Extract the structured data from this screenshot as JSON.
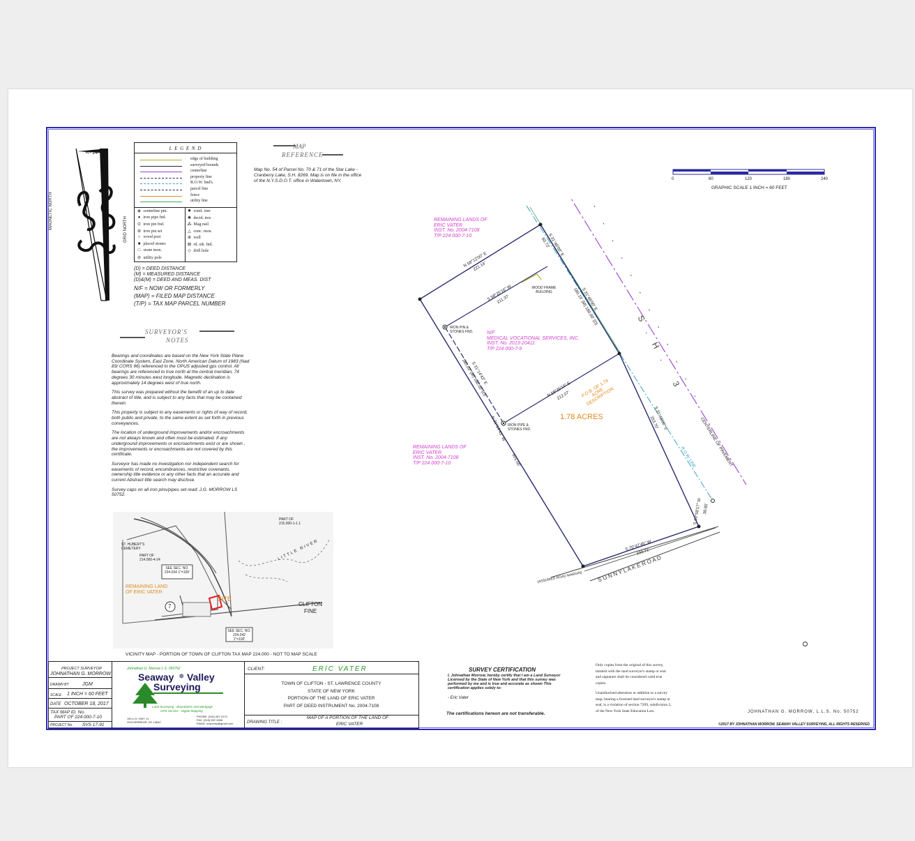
{
  "legend": {
    "title": "L E G E N D",
    "lines": [
      {
        "label": "edge of building",
        "color": "#b0b020",
        "style": "solid"
      },
      {
        "label": "surveyed bounds",
        "color": "#222244",
        "style": "solid"
      },
      {
        "label": "centerline",
        "color": "#9a40d0",
        "style": "solid"
      },
      {
        "label": "property line",
        "color": "#222244",
        "style": "dashdot"
      },
      {
        "label": "R.O.W. bnd's.",
        "color": "#3aa0c8",
        "style": "dashdot"
      },
      {
        "label": "parcel line",
        "color": "#222244",
        "style": "dashed"
      },
      {
        "label": "fence",
        "color": "#d09030",
        "style": "solid"
      },
      {
        "label": "utility line",
        "color": "#40a860",
        "style": "solid"
      }
    ],
    "symbols_left": [
      {
        "glyph": "◈",
        "label": "centerline pnt."
      },
      {
        "glyph": "●",
        "label": "iron pipe fnd."
      },
      {
        "glyph": "⊙",
        "label": "iron pin fnd."
      },
      {
        "glyph": "⊛",
        "label": "iron pin set"
      },
      {
        "glyph": "○",
        "label": "wood post"
      },
      {
        "glyph": "■",
        "label": "placed stones"
      },
      {
        "glyph": "□",
        "label": "stone mon."
      },
      {
        "glyph": "⊘",
        "label": "utility pole"
      }
    ],
    "symbols_right": [
      {
        "glyph": "✹",
        "label": "conif. tree"
      },
      {
        "glyph": "✺",
        "label": "decid. tree"
      },
      {
        "glyph": "⁂",
        "label": "Mag nail"
      },
      {
        "glyph": "△",
        "label": "conc. mon."
      },
      {
        "glyph": "⊕",
        "label": "well"
      },
      {
        "glyph": "⊠",
        "label": "rd. stk. fnd."
      },
      {
        "glyph": "◇",
        "label": "drill hole"
      }
    ],
    "abbrev_small": [
      "(D) = DEED DISTANCE",
      "(M) = MEASURED DISTANCE",
      "(D)&(M) = DEED AND MEAS. DIST"
    ],
    "abbrev_large": [
      "N/F = NOW OR FORMERLY",
      "(MAP) = FILED MAP DISTANCE",
      "(T/P) = TAX MAP PARCEL NUMBER"
    ]
  },
  "north_arrow": {
    "declination": "+/- 14°",
    "magnetic_label": "MAGNETIC NORTH",
    "grid_label": "GRID NORTH"
  },
  "map_reference": {
    "heading_1": "MAP",
    "heading_2": "REFERENCE",
    "text": "Map No. 54 of Parcel No. 70 & 71 of the Star Lake - Cranberry Lake, S.H. 8269. Map is on file in the office of the N.Y.S.D.O.T. office in Watertown, NY."
  },
  "graphic_scale": {
    "ticks": [
      "0",
      "60",
      "120",
      "180",
      "240"
    ],
    "caption": "GRAPHIC SCALE 1 INCH = 60 FEET"
  },
  "surveyors_notes": {
    "heading_1": "SURVEYOR'S",
    "heading_2": "NOTES",
    "paragraphs": [
      "Bearings and coordinates are based on the New York State Plane Coordinate System, East Zone, North American Datum of 1983 (Nad 83/ CORS 96) referenced to the OPUS adjusted gps control. All bearings are referenced to true north at the central meridian, 74 degrees 30 minutes west longitude. Magnetic declination is approximately 14 degrees west of true north.",
      "This survey was prepared without the benefit of an up to date abstract of title, and is subject to any facts that may be contained therein.",
      "This property is subject to any easements or rights of way of record, both public and private, to the same extent as set forth in previous conveyances.",
      "The location of underground improvements and/or encroachments are not always known and often must be estimated. If any underground improvements or encroachments exist or are shown , the improvements or encroachments are not covered by this certificate.",
      "Surveyor has made no investigation nor independent search for easements of record, encumbrances, restrictive covenants, ownership title evidence or any other facts that an accurate and current Abstract title search may disclose.",
      "Survey caps on all iron pins/pipes set read: J.G. MORROW LS 50752."
    ]
  },
  "vicinity_map": {
    "caption": "VICINITY MAP - PORTION OF TOWN OF CLIFTON TAX MAP 224.000 - NOT TO MAP SCALE",
    "cemetery": "ST. HUBERT'S CEMETERY",
    "part_1": "PART OF 214.000-4-24",
    "part_2": "PART OF 215.000-1-1.1",
    "remaining": "REMAINING LAND OF ERIC VATER",
    "site": "SITE",
    "see_sec_1": "SEE SEC. NO. 224.034 1\"=100'",
    "see_sec_2": "SEE SEC. NO. 224.042 1\"=100'",
    "little_river": "LITTLE RIVER",
    "clifton": "CLIFTON",
    "fine": "FINE",
    "lot": "7"
  },
  "plat": {
    "sh3": "S.H. 3",
    "centerline_label": "CENTERLINE OF PAVEMENT",
    "row_label": "R.O.W. LINE",
    "sunny_lake_road": "S U N N Y   L A K E   R O A D",
    "assumed_road": "(ASSUMED ROAD MARGIN)",
    "acres": "1.78 ACRES",
    "pob": "P.O.B. OF 1.78 ACRE DESCRIPTION",
    "wood_frame": "WOOD FRAME BUILDING",
    "iron_pin_1": "IRON PIN & STONES FND.",
    "iron_pipe_2": "IRON PIPE & STONES FND.",
    "remaining_top": [
      "REMAINING LANDS OF",
      "ERIC VATER",
      "INST. No. 2004-7108",
      "T/P 224.000-7-10"
    ],
    "remaining_bottom": [
      "REMAINING LANDS OF",
      "ERIC VATER",
      "INST. No. 2004-7108",
      "T/P 224.000-7-10"
    ],
    "nf_medical": [
      "N/F",
      "MEDICAL VOCATIONAL SERVICES, INC.",
      "INST. No. 2013-20411",
      "T/P 224.000-7-9"
    ],
    "bearings": {
      "north_line": "N 58°12'00\" E",
      "north_dist": "221.14'",
      "inner_top": "S 58°25'16\" W",
      "inner_top_dist": "211.37'",
      "inner_mid": "N 58°25'15\" E",
      "inner_mid_dist": "212.07'",
      "west_upper": "S 31°14'43\" E",
      "west_upper_dist": "180.03' (M) 180.00' (D)",
      "west_lower": "N 31°14'43\" W",
      "west_lower_dist": "501.56'",
      "east_top": "S 31°48'00\" E",
      "east_top_dist": "60.72'",
      "east_mid": "S 31°48'00\" E",
      "east_mid_dist": "180.15' (M) 180.00' (D)",
      "east_lower": "S 31°48'00\" E",
      "east_lower_dist": "253.70'",
      "south_short": "S 03°58'17\" W",
      "south_short_dist": "39.85'",
      "south": "S 70°47'45\" W",
      "south_dist": "193.71'"
    }
  },
  "title_block": {
    "project_surveyor_label": "PROJECT SURVEYOR",
    "project_surveyor": "JOHNATHAN G. MORROW",
    "drawn_by_label": "DRAWN BY",
    "drawn_by": "JGM",
    "scale_label": "SCALE",
    "scale": "1 INCH = 60 FEET",
    "date_label": "DATE",
    "date": "OCTOBER 18, 2017",
    "tax_map_label": "TAX MAP ID. No.",
    "tax_map": "PART OF 224.000-7-10",
    "project_no_label": "PROJECT No.",
    "project_no": "SVS 17-91",
    "company_top": "Johnathan G. Morrow L.S. 050752",
    "company_name_1": "Seaway",
    "company_name_2": "Valley",
    "company_name_3": "Surveying",
    "company_tag_1": "Land Surveying - Boundaries and Mortgage",
    "company_tag_2": "GPS Service - Digital Mapping",
    "company_addr_1": "190 U.S. HWY 11",
    "company_addr_2": "GOUVERNEUR, NY 13642",
    "company_phone": "PHONE: (315) 287-0170",
    "company_fax": "FAX: (315) 287-3458",
    "company_email": "EMAIL: svsurvey@gmail.com",
    "client_label": "CLIENT:",
    "client": "ERIC VATER",
    "desc_lines": [
      "TOWN OF CLIFTON - ST. LAWRENCE COUNTY",
      "STATE OF NEW YORK",
      "PORTION OF THE LAND OF ERIC VATER",
      "PART OF DEED INSTRUMENT No. 2004-7108"
    ],
    "drawing_title_label": "DRAWING TITLE :",
    "drawing_title_1": "MAP OF A PORTION OF THE LAND OF",
    "drawing_title_2": "ERIC VATER"
  },
  "certification": {
    "heading": "SURVEY CERTIFICATION",
    "body": "I, Johnathan Morrow, hereby certify that I am a Land Surveyor Licensed by the State of New York and that this survey was performed by me and is true and accurate as shown This certification applies solely to:",
    "to": "- Eric Vater",
    "footer": "The certifications hereon are not transferable."
  },
  "copy_notice": {
    "p1": "Only copies from the original of this survey, marked with the land surveyor's stamp or seal and signature shall be considered valid true copies.",
    "p2": "Unauthorized alteration or addition to a survey map, bearing a licensed land surveyor's stamp or seal, is a violation of section 7209, subdivision 2, of the New York State Education Law."
  },
  "license": "JOHNATHAN G. MORROW, L.L.S. No. 50752",
  "copyright": "2017 BY JOHNATHAN MORROW, SEAWAY VALLEY SURVEYING, ALL RIGHTS RESERVED"
}
